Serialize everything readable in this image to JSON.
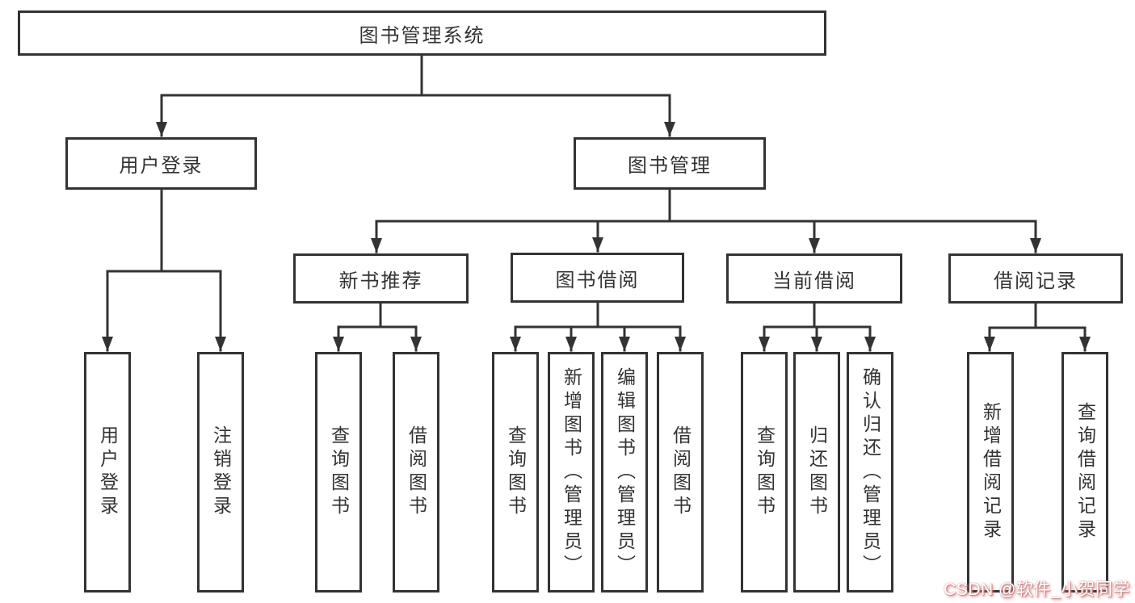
{
  "diagram": {
    "root": {
      "label": "图书管理系统",
      "children": [
        {
          "label": "用户登录",
          "children": [
            {
              "label": "用户登录"
            },
            {
              "label": "注销登录"
            }
          ]
        },
        {
          "label": "图书管理",
          "children": [
            {
              "label": "新书推荐",
              "children": [
                {
                  "label": "查询图书"
                },
                {
                  "label": "借阅图书"
                }
              ]
            },
            {
              "label": "图书借阅",
              "children": [
                {
                  "label": "查询图书"
                },
                {
                  "label": "新增图书（管理员）"
                },
                {
                  "label": "编辑图书（管理员）"
                },
                {
                  "label": "借阅图书"
                }
              ]
            },
            {
              "label": "当前借阅",
              "children": [
                {
                  "label": "查询图书"
                },
                {
                  "label": "归还图书"
                },
                {
                  "label": "确认归还（管理员）"
                }
              ]
            },
            {
              "label": "借阅记录",
              "children": [
                {
                  "label": "新增借阅记录"
                },
                {
                  "label": "查询借阅记录"
                }
              ]
            }
          ]
        }
      ]
    }
  },
  "watermark": {
    "text": "CSDN @软件_小贺同学"
  },
  "colors": {
    "line": "#333333",
    "text": "#333333",
    "background": "#ffffff",
    "watermark_fill": "#ffffff",
    "watermark_shadow": "#ee6a6a"
  }
}
